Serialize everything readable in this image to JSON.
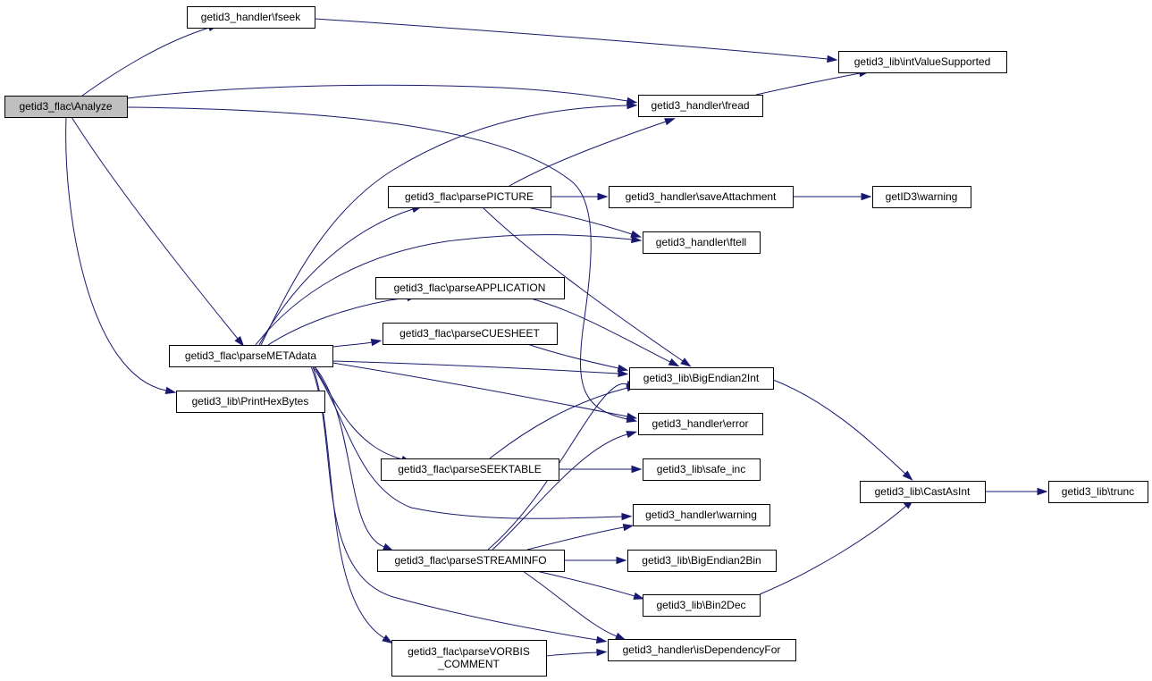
{
  "nodes": [
    {
      "id": "analyze",
      "label": "getid3_flac\\Analyze"
    },
    {
      "id": "fseek",
      "label": "getid3_handler\\fseek"
    },
    {
      "id": "intvalue",
      "label": "getid3_lib\\intValueSupported"
    },
    {
      "id": "fread",
      "label": "getid3_handler\\fread"
    },
    {
      "id": "parsepicture",
      "label": "getid3_flac\\parsePICTURE"
    },
    {
      "id": "saveattachment",
      "label": "getid3_handler\\saveAttachment"
    },
    {
      "id": "getid3warning",
      "label": "getID3\\warning"
    },
    {
      "id": "ftell",
      "label": "getid3_handler\\ftell"
    },
    {
      "id": "parseapplication",
      "label": "getid3_flac\\parseAPPLICATION"
    },
    {
      "id": "parsecuesheet",
      "label": "getid3_flac\\parseCUESHEET"
    },
    {
      "id": "parsemetadata",
      "label": "getid3_flac\\parseMETAdata"
    },
    {
      "id": "bigendian2int",
      "label": "getid3_lib\\BigEndian2Int"
    },
    {
      "id": "printhexbytes",
      "label": "getid3_lib\\PrintHexBytes"
    },
    {
      "id": "error",
      "label": "getid3_handler\\error"
    },
    {
      "id": "parseseektable",
      "label": "getid3_flac\\parseSEEKTABLE"
    },
    {
      "id": "safeinc",
      "label": "getid3_lib\\safe_inc"
    },
    {
      "id": "castasint",
      "label": "getid3_lib\\CastAsInt"
    },
    {
      "id": "trunc",
      "label": "getid3_lib\\trunc"
    },
    {
      "id": "handlerwarning",
      "label": "getid3_handler\\warning"
    },
    {
      "id": "parsestreaminfo",
      "label": "getid3_flac\\parseSTREAMINFO"
    },
    {
      "id": "bigendian2bin",
      "label": "getid3_lib\\BigEndian2Bin"
    },
    {
      "id": "bin2dec",
      "label": "getid3_lib\\Bin2Dec"
    },
    {
      "id": "parsevorbis",
      "label": [
        "getid3_flac\\parseVORBIS",
        "_COMMENT"
      ]
    },
    {
      "id": "isdependencyfor",
      "label": "getid3_handler\\isDependencyFor"
    }
  ],
  "edges": [
    {
      "from": "analyze",
      "to": "fseek"
    },
    {
      "from": "analyze",
      "to": "fread"
    },
    {
      "from": "analyze",
      "to": "error"
    },
    {
      "from": "analyze",
      "to": "parsemetadata"
    },
    {
      "from": "analyze",
      "to": "printhexbytes"
    },
    {
      "from": "fseek",
      "to": "intvalue"
    },
    {
      "from": "fread",
      "to": "intvalue"
    },
    {
      "from": "parsemetadata",
      "to": "fread"
    },
    {
      "from": "parsemetadata",
      "to": "parsepicture"
    },
    {
      "from": "parsemetadata",
      "to": "ftell"
    },
    {
      "from": "parsemetadata",
      "to": "parseapplication"
    },
    {
      "from": "parsemetadata",
      "to": "parsecuesheet"
    },
    {
      "from": "parsemetadata",
      "to": "bigendian2int"
    },
    {
      "from": "parsemetadata",
      "to": "error"
    },
    {
      "from": "parsemetadata",
      "to": "parseseektable"
    },
    {
      "from": "parsemetadata",
      "to": "handlerwarning"
    },
    {
      "from": "parsemetadata",
      "to": "parsestreaminfo"
    },
    {
      "from": "parsemetadata",
      "to": "parsevorbis"
    },
    {
      "from": "parsemetadata",
      "to": "isdependencyfor"
    },
    {
      "from": "parsepicture",
      "to": "fread"
    },
    {
      "from": "parsepicture",
      "to": "saveattachment"
    },
    {
      "from": "parsepicture",
      "to": "ftell"
    },
    {
      "from": "parsepicture",
      "to": "bigendian2int"
    },
    {
      "from": "saveattachment",
      "to": "getid3warning"
    },
    {
      "from": "parseapplication",
      "to": "bigendian2int"
    },
    {
      "from": "parsecuesheet",
      "to": "bigendian2int"
    },
    {
      "from": "parseseektable",
      "to": "bigendian2int"
    },
    {
      "from": "parseseektable",
      "to": "safeinc"
    },
    {
      "from": "parsestreaminfo",
      "to": "bigendian2int"
    },
    {
      "from": "parsestreaminfo",
      "to": "error"
    },
    {
      "from": "parsestreaminfo",
      "to": "handlerwarning"
    },
    {
      "from": "parsestreaminfo",
      "to": "bigendian2bin"
    },
    {
      "from": "parsestreaminfo",
      "to": "bin2dec"
    },
    {
      "from": "parsestreaminfo",
      "to": "isdependencyfor"
    },
    {
      "from": "parsevorbis",
      "to": "isdependencyfor"
    },
    {
      "from": "bigendian2int",
      "to": "castasint"
    },
    {
      "from": "bin2dec",
      "to": "castasint"
    },
    {
      "from": "castasint",
      "to": "trunc"
    }
  ]
}
